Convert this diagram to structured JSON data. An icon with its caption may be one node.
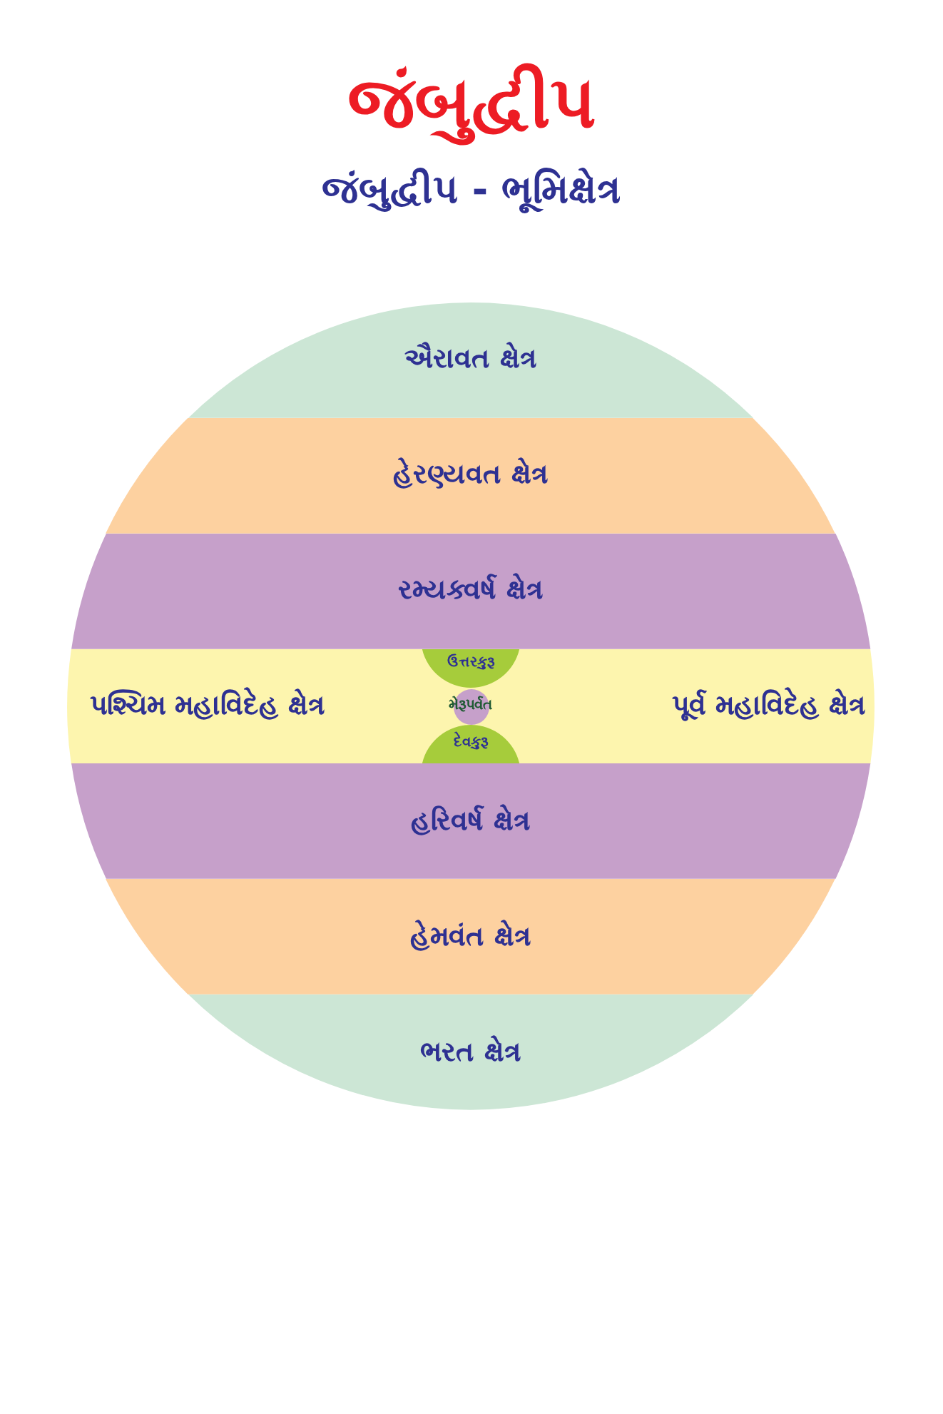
{
  "diagram": {
    "title": "જંબુદ્વીપ",
    "nodes": [
      {
        "text": [
          "ઐરાવત ક્ષેત્ર"
        ]
      },
      {
        "text": [
          "હેરણ્યવત ક્ષેત્ર"
        ]
      },
      {
        "text": [
          "રમ્યક્વર્ષ ક્ષેત્ર"
        ]
      },
      {
        "text": [
          "પશ્ચિમ મહાવિદેહ ક્ષેત્ર",
          "પૂર્વ મહાવિદેહ ક્ષેત્ર"
        ]
      },
      {
        "text": [
          "ઉત્તરકુરૂ"
        ],
        "in": 3
      },
      {
        "text": [
          "મેરૂપર્વત"
        ],
        "in": 3
      },
      {
        "text": [
          "દેવકુરૂ"
        ],
        "in": 3
      },
      {
        "text": [
          "હરિવર્ષ ક્ષેત્ર"
        ]
      },
      {
        "text": [
          "હેમવંત ક્ષેત્ર"
        ]
      },
      {
        "text": [
          "ભરત ક્ષેત્ર"
        ]
      }
    ],
    "labels": [
      "જંબુદ્વીપ - ભૂમિક્ષેત્ર"
    ]
  }
}
